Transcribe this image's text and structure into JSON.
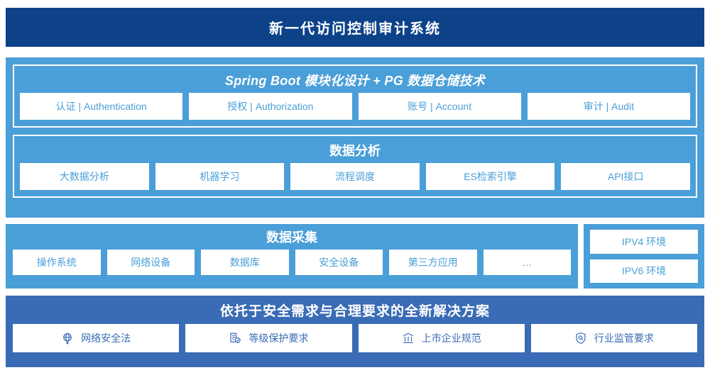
{
  "header": {
    "title": "新一代访问控制审计系统",
    "bg_color": "#0d4289"
  },
  "theme": {
    "accent_light_blue": "#4a9fd8",
    "accent_mid_blue": "#3a6bb5",
    "accent_dark_blue": "#0d4289",
    "chip_bg": "#ffffff"
  },
  "platform": {
    "title": "Spring Boot 模块化设计 + PG 数据仓储技术",
    "modules": [
      {
        "label": "认证 | Authentication"
      },
      {
        "label": "授权 | Authorization"
      },
      {
        "label": "账号 | Account"
      },
      {
        "label": "审计 | Audit"
      }
    ]
  },
  "analysis": {
    "title": "数据分析",
    "modules": [
      {
        "label": "大数据分析"
      },
      {
        "label": "机器学习"
      },
      {
        "label": "流程调度"
      },
      {
        "label": "ES检索引擎"
      },
      {
        "label": "API接口"
      }
    ]
  },
  "collection": {
    "title": "数据采集",
    "sources": [
      {
        "label": "操作系统"
      },
      {
        "label": "网络设备"
      },
      {
        "label": "数据库"
      },
      {
        "label": "安全设备"
      },
      {
        "label": "第三方应用"
      },
      {
        "label": "…"
      }
    ]
  },
  "environment": {
    "items": [
      {
        "label": "IPV4 环境"
      },
      {
        "label": "IPV6 环境"
      }
    ]
  },
  "compliance": {
    "title": "依托于安全需求与合理要求的全新解决方案",
    "items": [
      {
        "label": "网络安全法",
        "icon": "globe-icon"
      },
      {
        "label": "等级保护要求",
        "icon": "document-check-icon"
      },
      {
        "label": "上市企业规范",
        "icon": "bank-icon"
      },
      {
        "label": "行业监管要求",
        "icon": "shield-search-icon"
      }
    ]
  }
}
